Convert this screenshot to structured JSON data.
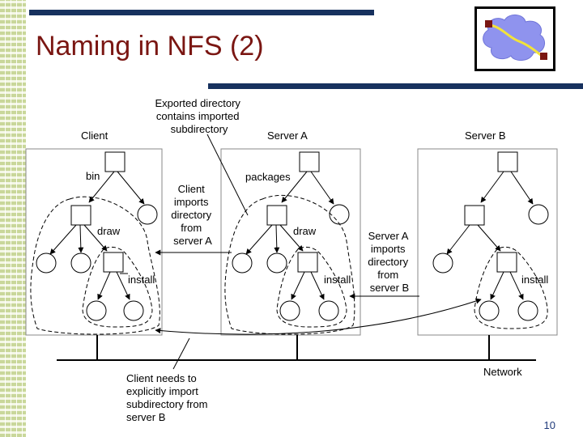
{
  "slide": {
    "title": "Naming in NFS (2)",
    "page_number": "10",
    "accent_color": "#17315e",
    "title_color": "#7a1612"
  },
  "diagram": {
    "callouts": {
      "exported": [
        "Exported directory",
        "contains imported",
        "subdirectory"
      ],
      "client_imports": [
        "Client",
        "imports",
        "directory",
        "from",
        "server A"
      ],
      "server_a_imports": [
        "Server A",
        "imports",
        "directory",
        "from",
        "server B"
      ],
      "client_needs": [
        "Client needs to",
        "explicitly import",
        "subdirectory from",
        "server B"
      ]
    },
    "labels": {
      "client": "Client",
      "server_a": "Server A",
      "server_b": "Server B",
      "network": "Network",
      "bin": "bin",
      "packages": "packages",
      "draw_client": "draw",
      "draw_server_a": "draw",
      "install_client": "install",
      "install_server_a": "install",
      "install_server_b": "install"
    }
  }
}
